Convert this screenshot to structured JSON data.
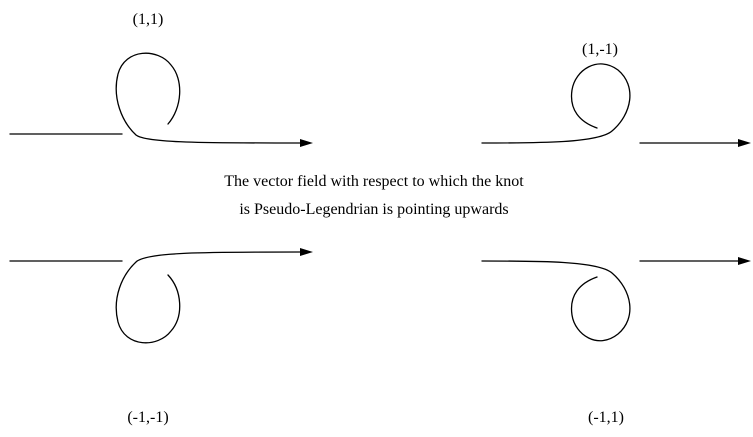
{
  "diagram": {
    "caption_lines": [
      "The vector field with respect to which the knot",
      "is Pseudo-Legendrian is pointing upwards"
    ],
    "panels": [
      {
        "id": "top-left",
        "label": "(1,1)"
      },
      {
        "id": "top-right",
        "label": "(1,-1)"
      },
      {
        "id": "bottom-left",
        "label": "(-1,-1)"
      },
      {
        "id": "bottom-right",
        "label": "(-1,1)"
      }
    ]
  }
}
